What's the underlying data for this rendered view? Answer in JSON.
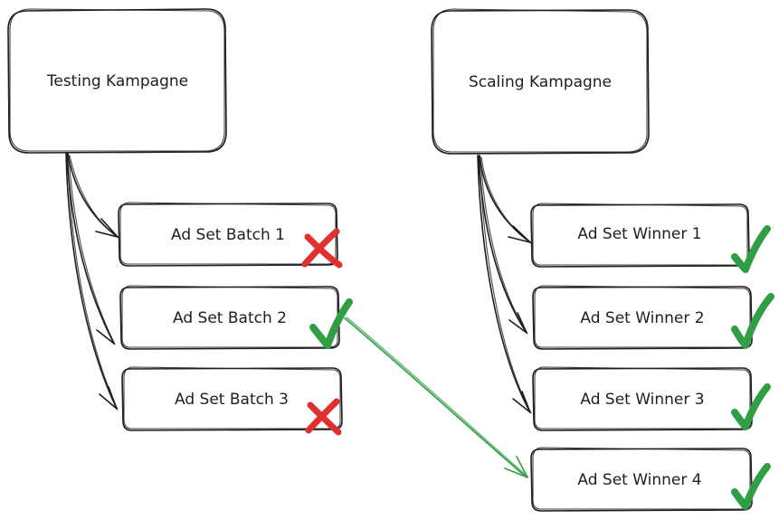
{
  "colors": {
    "ink": "#1e1e1e",
    "fail": "#e03131",
    "success": "#2f9e44"
  },
  "testing": {
    "title": "Testing Kampagne",
    "items": [
      {
        "label": "Ad Set Batch 1",
        "status": "fail",
        "icon": "cross-icon"
      },
      {
        "label": "Ad Set Batch 2",
        "status": "success",
        "icon": "check-icon"
      },
      {
        "label": "Ad Set Batch 3",
        "status": "fail",
        "icon": "cross-icon"
      }
    ]
  },
  "scaling": {
    "title": "Scaling Kampagne",
    "items": [
      {
        "label": "Ad Set Winner 1",
        "status": "success",
        "icon": "check-icon"
      },
      {
        "label": "Ad Set Winner 2",
        "status": "success",
        "icon": "check-icon"
      },
      {
        "label": "Ad Set Winner 3",
        "status": "success",
        "icon": "check-icon"
      },
      {
        "label": "Ad Set Winner 4",
        "status": "success",
        "icon": "check-icon"
      }
    ]
  }
}
